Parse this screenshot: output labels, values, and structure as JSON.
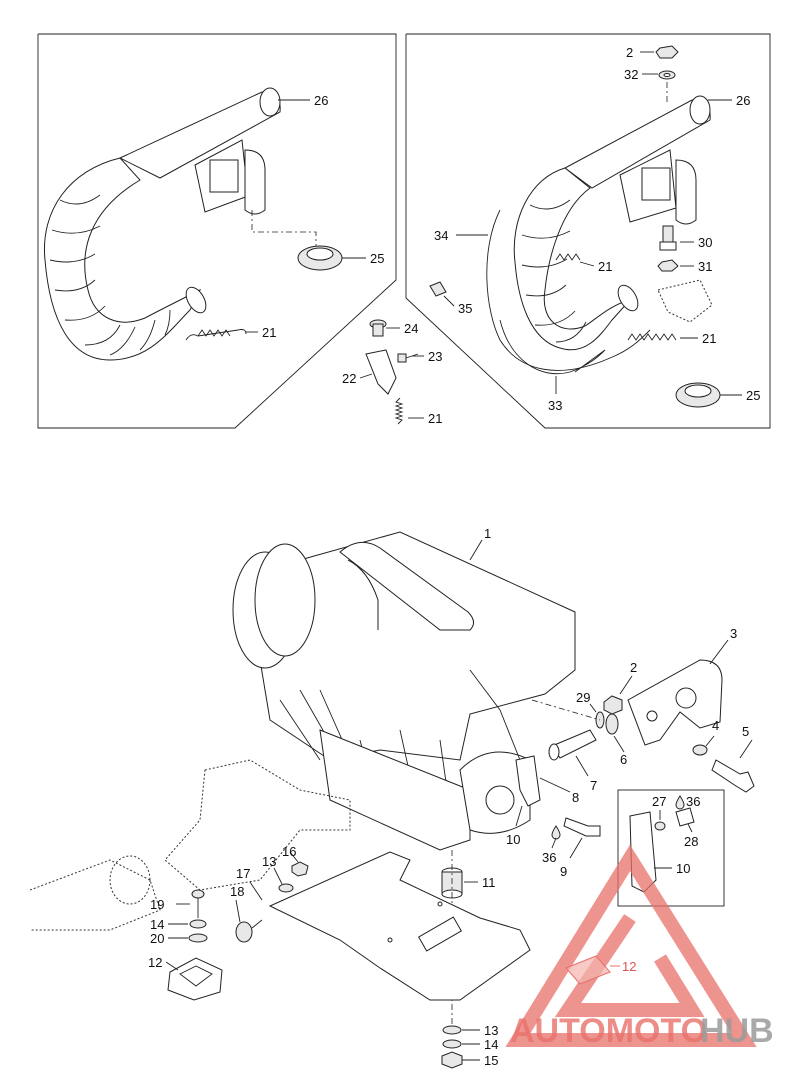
{
  "callouts": {
    "tl_26": "26",
    "tl_25": "25",
    "tl_21": "21",
    "tr_2": "2",
    "tr_32": "32",
    "tr_26": "26",
    "tr_34": "34",
    "tr_30": "30",
    "tr_21a": "21",
    "tr_31": "31",
    "tr_35": "35",
    "tr_21b": "21",
    "tr_25": "25",
    "tr_33": "33",
    "c_24": "24",
    "c_23": "23",
    "c_22": "22",
    "c_21": "21",
    "b_1": "1",
    "b_3": "3",
    "b_2": "2",
    "b_29": "29",
    "b_4": "4",
    "b_5": "5",
    "b_6": "6",
    "b_7": "7",
    "b_8": "8",
    "b_10": "10",
    "b_36": "36",
    "b_9": "9",
    "b_11": "11",
    "b_16": "16",
    "b_13": "13",
    "b_17": "17",
    "b_18": "18",
    "b_19": "19",
    "b_14": "14",
    "b_20": "20",
    "b_12": "12",
    "b_13b": "13",
    "b_14b": "14",
    "b_15": "15",
    "d_27": "27",
    "d_36": "36",
    "d_28": "28",
    "d_10": "10",
    "d_12": "12"
  },
  "watermark": {
    "text_red": "AUTOMOTO",
    "text_gray": "HUB",
    "red": "#e8706a",
    "gray": "#9a9a9a"
  }
}
